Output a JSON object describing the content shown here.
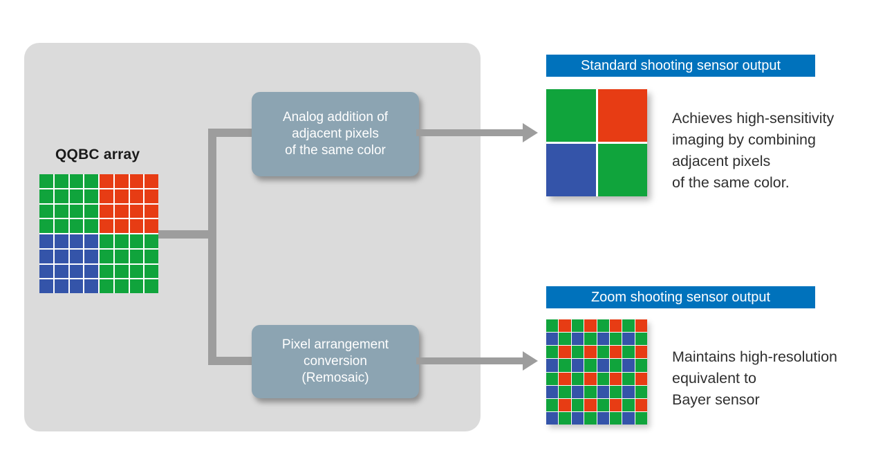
{
  "theme": {
    "panel-bg": "#dbdbdb",
    "box-bg": "#8ca4b2",
    "connector": "#9d9d9d",
    "banner-bg": "#0072bc",
    "text-dark": "#2f2f2f"
  },
  "palette": {
    "g": "#10a43c",
    "r": "#e73c14",
    "b": "#3454a9"
  },
  "qqbc": {
    "label": "QQBC array",
    "rows": [
      "ggggrrrr",
      "ggggrrrr",
      "ggggrrrr",
      "ggggrrrr",
      "bbbbgggg",
      "bbbbgggg",
      "bbbbgggg",
      "bbbbgggg"
    ]
  },
  "process": {
    "top": {
      "label": "Analog addition of\nadjacent pixels\nof the same color"
    },
    "bottom": {
      "label": "Pixel arrangement\nconversion\n(Remosaic)"
    }
  },
  "outputs": {
    "standard": {
      "banner": "Standard shooting sensor output",
      "rows": [
        "gr",
        "bg"
      ],
      "description": "Achieves high-sensitivity\nimaging by combining\nadjacent pixels\nof the same color."
    },
    "zoom": {
      "banner": "Zoom shooting sensor output",
      "rows": [
        "grgrgrgr",
        "bgbgbgbg",
        "grgrgrgr",
        "bgbgbgbg",
        "grgrgrgr",
        "bgbgbgbg",
        "grgrgrgr",
        "bgbgbgbg"
      ],
      "description": "Maintains high-resolution\nequivalent to\nBayer sensor"
    }
  }
}
